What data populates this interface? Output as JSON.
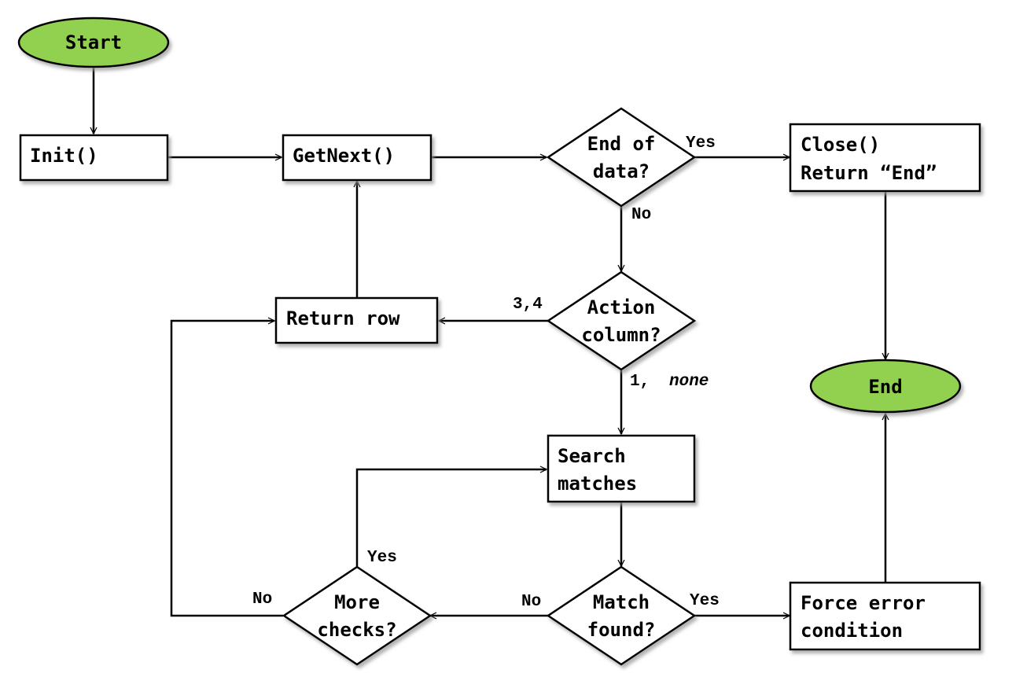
{
  "colors": {
    "terminal_fill": "#92d050",
    "stroke": "#000000",
    "box_fill": "#ffffff",
    "shadow": "#b0b0b0"
  },
  "nodes": {
    "start": "Start",
    "init": "Init()",
    "getnext": "GetNext()",
    "end_of_data": [
      "End of",
      "data?"
    ],
    "close": [
      "Close()",
      "Return “End”"
    ],
    "end": "End",
    "return_row": "Return row",
    "action_column": [
      "Action",
      "column?"
    ],
    "search_matches": [
      "Search",
      "matches"
    ],
    "match_found": [
      "Match",
      "found?"
    ],
    "more_checks": [
      "More",
      "checks?"
    ],
    "force_error": [
      "Force error",
      "condition"
    ]
  },
  "edge_labels": {
    "end_of_data_yes": "Yes",
    "end_of_data_no": "No",
    "action_34": "3,4",
    "action_1": "1,",
    "action_none": "none",
    "match_yes": "Yes",
    "match_no": "No",
    "more_yes": "Yes",
    "more_no": "No"
  }
}
